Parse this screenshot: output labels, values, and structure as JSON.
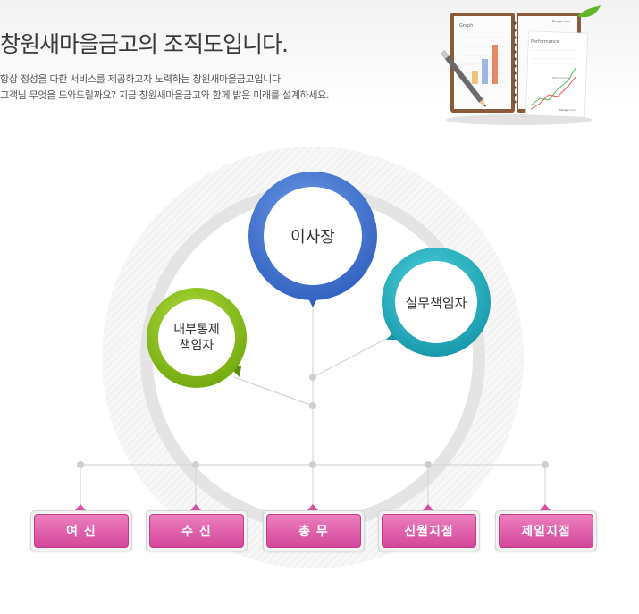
{
  "header": {
    "title": "창원새마을금고의 조직도입니다.",
    "lines": [
      "항상 정성을 다한 서비스를 제공하고자 노력하는 창원새마을금고입니다.",
      "고객님 무엇을 도와드릴까요? 지금 창원새마을금고와 함께 밝은 미래를 설계하세요."
    ]
  },
  "illustration": {
    "left_page": {
      "title": "Graph"
    },
    "right_page": {
      "header": "Design icon",
      "title": "Performance",
      "footer": "Design icon",
      "tag": "Performance"
    }
  },
  "org": {
    "top_node": {
      "label": "이사장"
    },
    "right_node": {
      "label": "실무책임자"
    },
    "left_node": {
      "label_line1": "내부통제",
      "label_line2": "책임자"
    },
    "branches": [
      {
        "label": "여 신"
      },
      {
        "label": "수 신"
      },
      {
        "label": "총 무"
      },
      {
        "label": "신월지점"
      },
      {
        "label": "제일지점"
      }
    ]
  },
  "colors": {
    "top_node": "#3f73cf",
    "right_node": "#1fb3c4",
    "left_node": "#8cc21a",
    "branch": "#d94fa0",
    "ring": "#e6e6e6"
  }
}
